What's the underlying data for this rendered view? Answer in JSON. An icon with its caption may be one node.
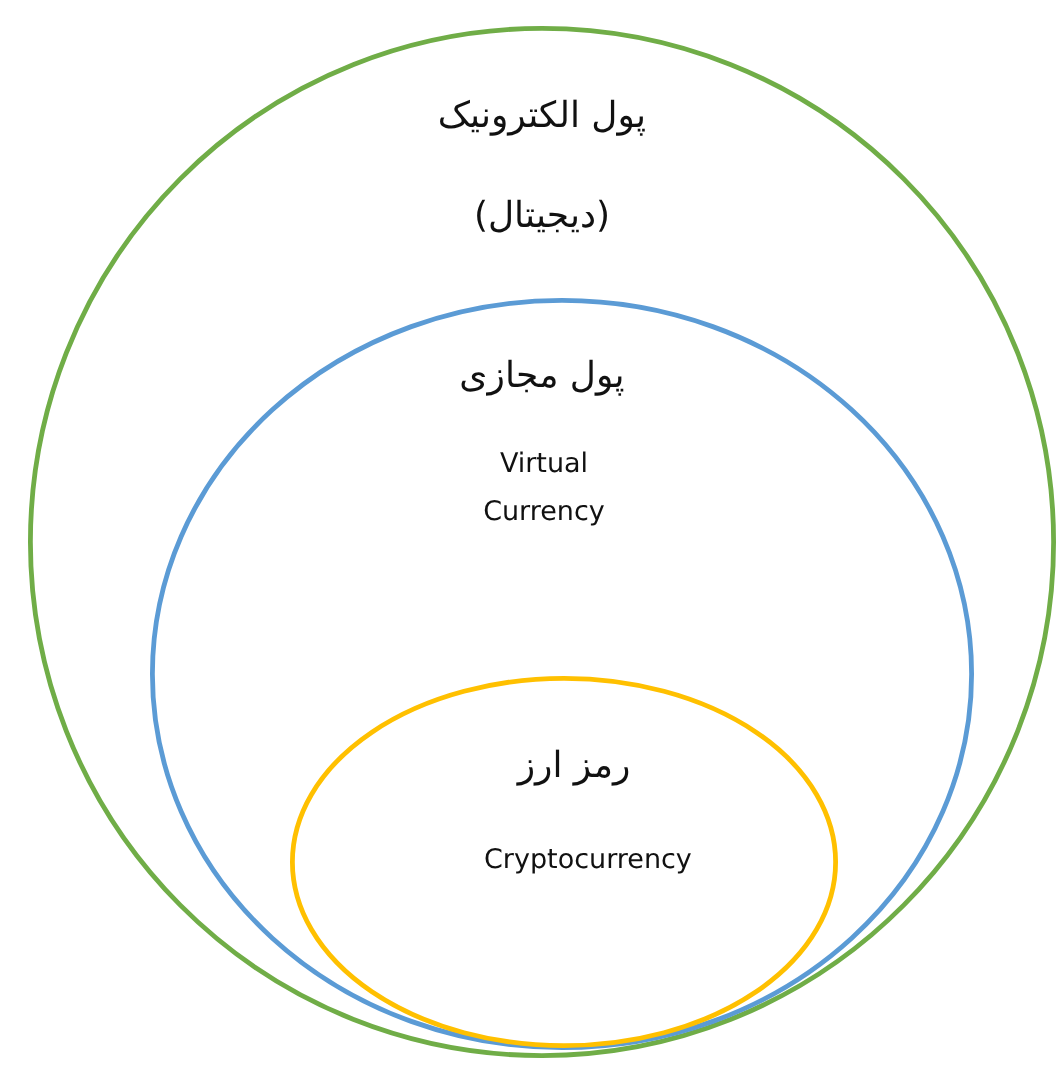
{
  "diagram": {
    "nodes": [
      {
        "text": [
          "پول الکترونیک",
          "(دیجیتال)"
        ]
      },
      {
        "text": [
          "پول مجازی",
          "Virtual Currency"
        ],
        "in": 0
      },
      {
        "text": [
          "رمز ارز",
          "Cryptocurrency"
        ],
        "in": 1
      }
    ]
  }
}
